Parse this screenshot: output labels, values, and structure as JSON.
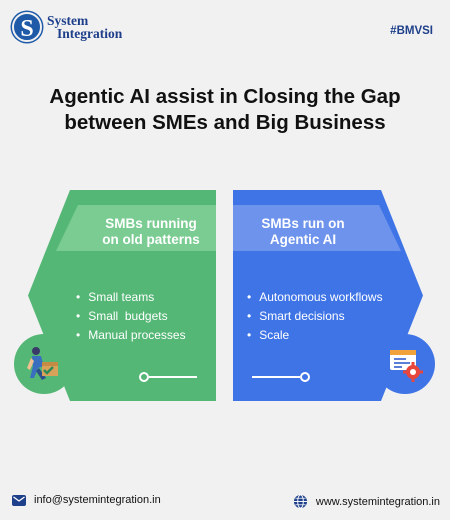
{
  "brand": {
    "logo_letter": "S",
    "name_line1": "System",
    "name_line2": "Integration"
  },
  "hashtag": "#BMVSI",
  "headline": {
    "line1": "Agentic AI assist in Closing the Gap",
    "line2": "between SMEs  and Big Business"
  },
  "left_panel": {
    "title_line1": "SMBs running",
    "title_line2": "on old patterns",
    "items": [
      "Small teams",
      "Small  budgets",
      "Manual processes"
    ],
    "color": "#55b776",
    "icon": "worker-box-icon"
  },
  "right_panel": {
    "title_line1": "SMBs run on",
    "title_line2": "Agentic AI",
    "items": [
      "Autonomous workflows",
      "Smart decisions",
      "Scale"
    ],
    "color": "#3f74e6",
    "icon": "automation-gear-icon"
  },
  "footer": {
    "email": "info@systemintegration.in",
    "website": "www.systemintegration.in"
  }
}
